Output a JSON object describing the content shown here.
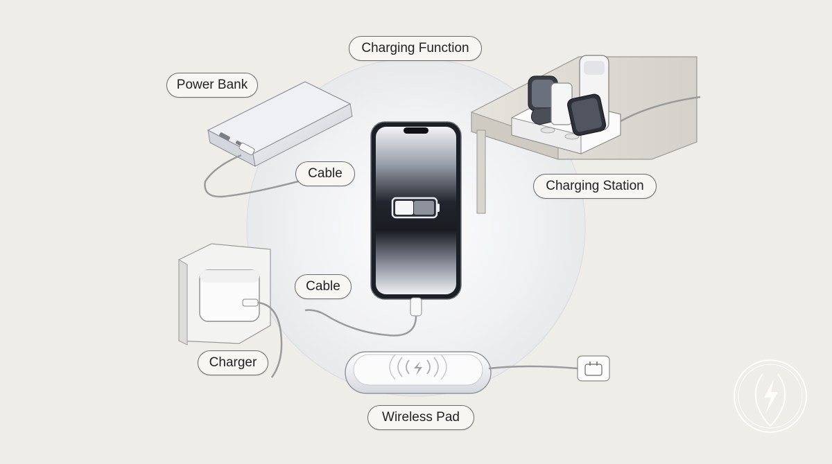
{
  "labels": {
    "charging_function": "Charging Function",
    "power_bank": "Power Bank",
    "cable_top": "Cable",
    "charging_station": "Charging Station",
    "cable_bottom": "Cable",
    "charger": "Charger",
    "wireless_pad": "Wireless Pad"
  },
  "icons": {
    "phone": "smartphone-icon",
    "battery": "battery-half-icon",
    "power_bank": "power-bank-icon",
    "charger": "wall-charger-icon",
    "wireless_pad": "wireless-pad-icon",
    "station": "charging-station-icon",
    "watermark": "lightning-bolt-icon"
  },
  "colors": {
    "background": "#efede8",
    "label_border": "#6a6a6a",
    "label_fill": "#f7f6f3",
    "phone_frame": "#1c1f26",
    "device_white": "#fbfbfb"
  }
}
